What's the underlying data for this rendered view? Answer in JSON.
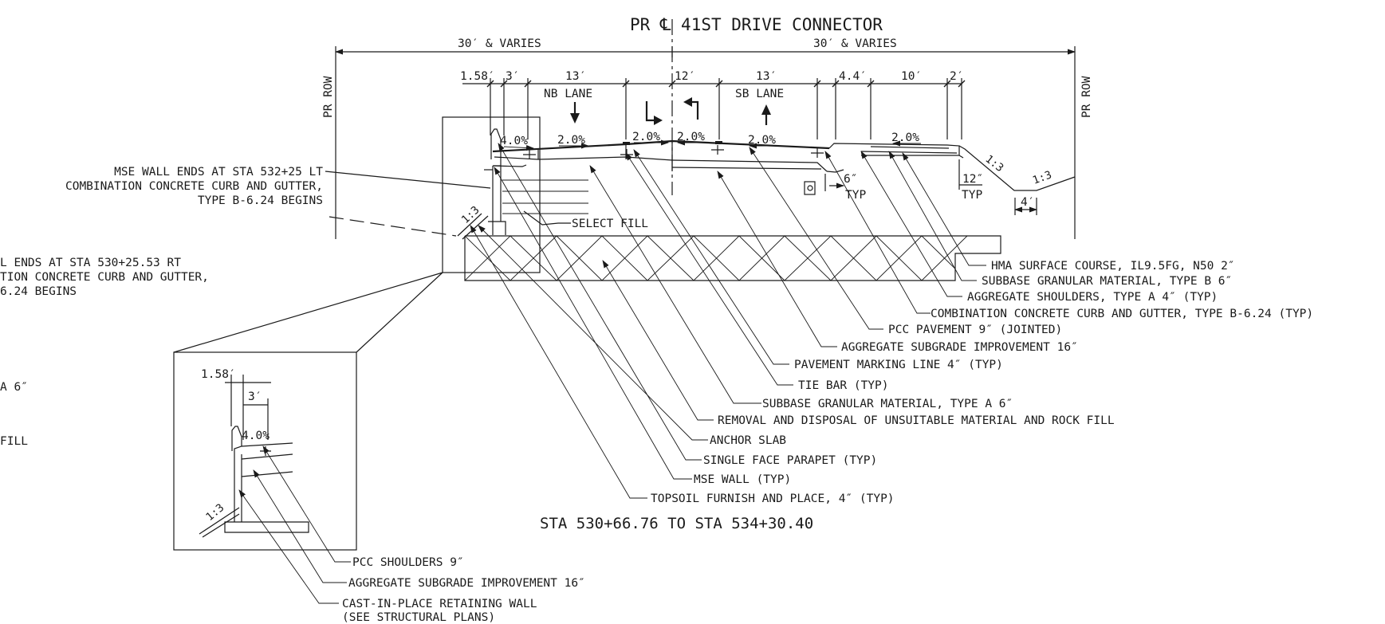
{
  "drawing": {
    "title": "PR ℄ 41ST DRIVE CONNECTOR",
    "station_range": "STA 530+66.76 TO STA 534+30.40",
    "row_left": "PR ROW",
    "row_right": "PR ROW",
    "overall_dims": [
      "30′ & VARIES",
      "30′ & VARIES"
    ],
    "dims": {
      "d1": "1.58′",
      "d2": "3′",
      "d3": "13′",
      "d4": "12′",
      "d5": "13′",
      "d6": "4.4′",
      "d7": "10′",
      "d8": "2′"
    },
    "lanes": {
      "nb": "NB LANE",
      "sb": "SB LANE"
    },
    "slopes": {
      "s1": "4.0%",
      "s2": "2.0%",
      "s3": "2.0%",
      "s4": "2.0%",
      "s5": "2.0%",
      "s6": "2.0%",
      "side_left": "1:3",
      "side_r1": "1:3",
      "side_r2": "1:3"
    },
    "small_dims": {
      "six": "6″",
      "typ1": "TYP",
      "twelve": "12″",
      "typ2": "TYP",
      "four": "4′"
    },
    "left_notes": {
      "mse_end_1": "MSE WALL ENDS AT STA 532+25 LT",
      "mse_end_2": "COMBINATION CONCRETE CURB AND GUTTER,",
      "mse_end_3": "TYPE B-6.24 BEGINS",
      "cut_1": "L ENDS AT STA 530+25.53 RT",
      "cut_2": "TION CONCRETE CURB AND GUTTER,",
      "cut_3": "6.24 BEGINS",
      "cut_4": "A 6″",
      "cut_5": "FILL"
    },
    "select_fill": "SELECT FILL",
    "callouts": [
      "HMA SURFACE COURSE, IL9.5FG, N50 2″",
      "SUBBASE GRANULAR MATERIAL, TYPE B 6″",
      "AGGREGATE SHOULDERS, TYPE A 4″ (TYP)",
      "COMBINATION CONCRETE CURB AND GUTTER, TYPE B-6.24 (TYP)",
      "PCC PAVEMENT 9″ (JOINTED)",
      "AGGREGATE SUBGRADE IMPROVEMENT 16″",
      "PAVEMENT MARKING LINE 4″ (TYP)",
      "TIE BAR (TYP)",
      "SUBBASE GRANULAR MATERIAL, TYPE A 6″",
      "REMOVAL AND DISPOSAL OF UNSUITABLE MATERIAL AND ROCK FILL",
      "ANCHOR SLAB",
      "SINGLE FACE PARAPET (TYP)",
      "MSE WALL (TYP)",
      "TOPSOIL FURNISH AND PLACE, 4″ (TYP)"
    ],
    "inset": {
      "dim1": "1.58′",
      "dim2": "3′",
      "slope": "4.0%",
      "side": "1:3",
      "notes": [
        "PCC SHOULDERS 9″",
        "AGGREGATE SUBGRADE IMPROVEMENT 16″",
        "CAST-IN-PLACE RETAINING WALL",
        "(SEE STRUCTURAL PLANS)"
      ]
    }
  }
}
